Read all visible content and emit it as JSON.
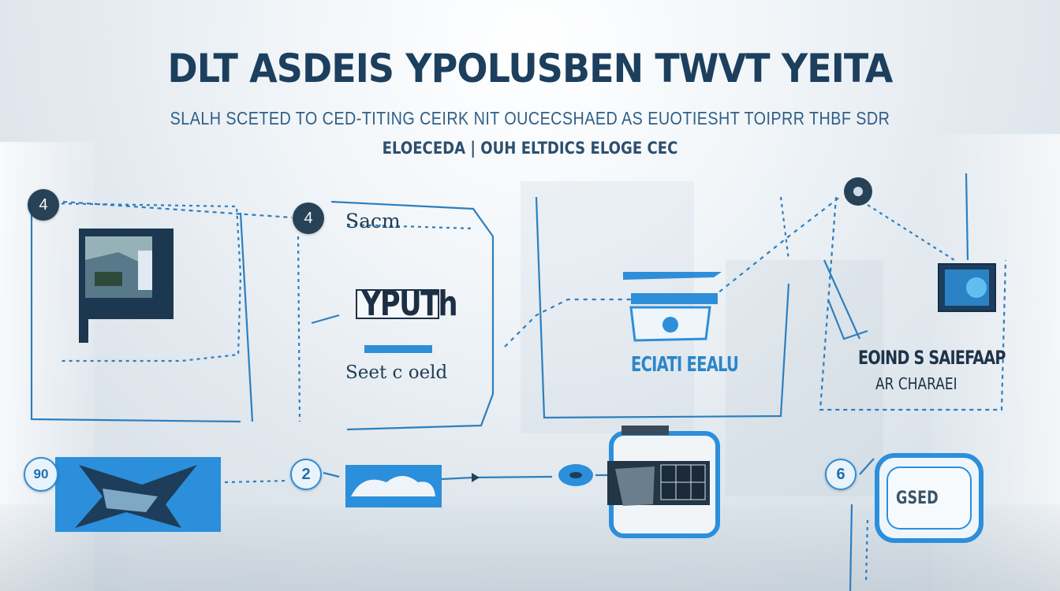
{
  "header": {
    "title": "DLT ASDEIS YPOLUSBEN TWVT YEITA",
    "subtitle": "SLALH  SCETED  TO  CED-TITING  CEIRK  NIT  OUCECSHAED  AS  EUOTIESHT  TOIPRR THBF SDR",
    "subtitle2": "ELOECEDA | OUH  ELTDICS  ELOGE CEC"
  },
  "steps": {
    "top_left": {
      "number": "4"
    },
    "top_mid": {
      "number": "4",
      "label_top": "Sacm",
      "label_center": "YPUTh",
      "label_bottom": "Seet c oeld"
    },
    "top_center": {
      "label": "ECIATI EEALU"
    },
    "top_right": {
      "label_line1": "EOIND S SAIEFAAP",
      "label_line2": "AR CHARAEI"
    },
    "bottom_left": {
      "number": "90"
    },
    "bottom_mid": {
      "number": "2"
    },
    "bottom_right": {
      "number": "6",
      "label": "GSED"
    }
  },
  "colors": {
    "accent": "#2f8ed8",
    "dark_badge": "#274257",
    "title": "#1c3f5e"
  }
}
